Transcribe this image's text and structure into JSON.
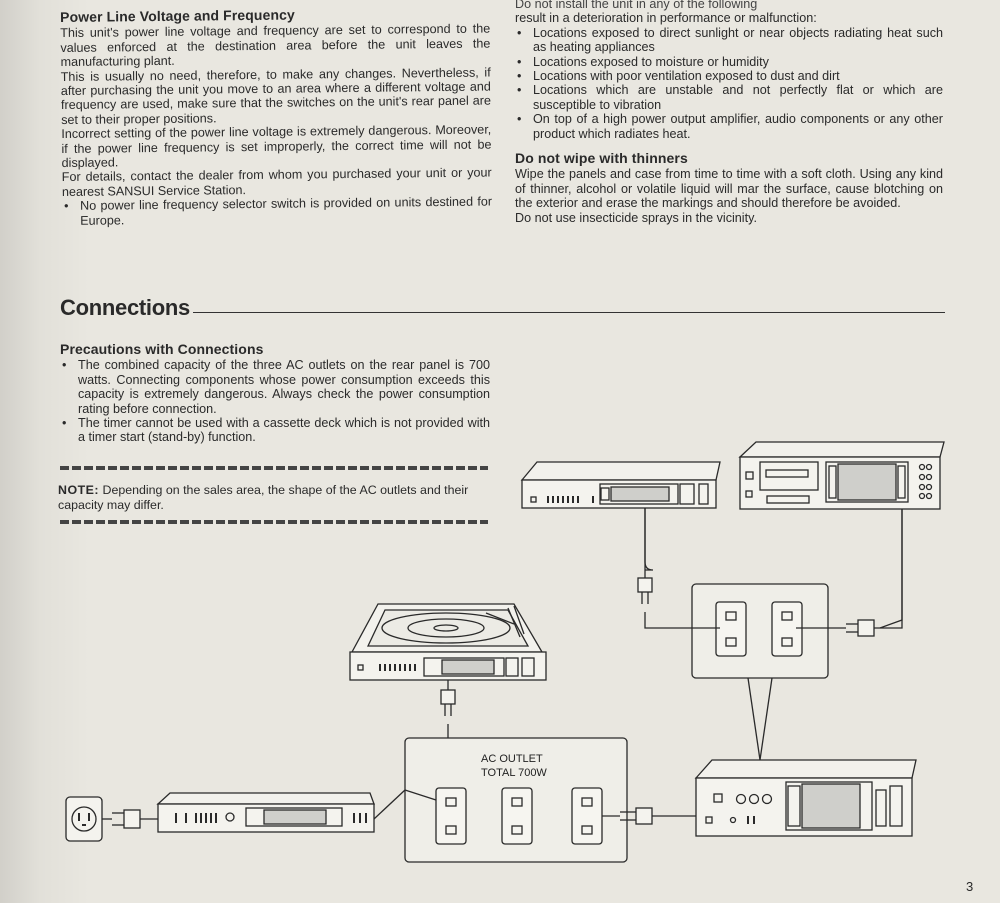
{
  "power_line": {
    "title": "Power Line Voltage and Frequency",
    "p1": "This unit's power line voltage and frequency are set to correspond to the values enforced at the destination area before the unit leaves the manufacturing plant.",
    "p2": "This is usually no need, therefore, to make any changes. Nevertheless, if after purchasing the unit you move to an area where a different voltage and frequency are used, make sure that the switches on the unit's rear panel are set to their proper positions.",
    "p3": "Incorrect setting of the power line voltage is extremely dangerous. Moreover, if the power line frequency is set improperly, the correct time will not be displayed.",
    "p4": "For details, contact the dealer from whom you purchased your unit or your nearest SANSUI Service Station.",
    "bullet": "No power line frequency selector switch is provided on units destined for Europe."
  },
  "install": {
    "cut_line": "Do not install the unit in any of the following",
    "intro": "result in a deterioration in performance or malfunction:",
    "items": [
      "Locations exposed to direct sunlight or near objects radiating heat such as heating appliances",
      "Locations exposed to moisture or humidity",
      "Locations with poor ventilation exposed to dust and dirt",
      "Locations which are unstable and not perfectly flat or which are susceptible to vibration",
      "On top of a high power output amplifier, audio components or any other product which radiates heat."
    ]
  },
  "thinners": {
    "title": "Do not wipe with thinners",
    "p1": "Wipe the panels and case from time to time with a soft cloth. Using any kind of thinner, alcohol or volatile liquid will mar the surface, cause blotching on the exterior and erase the markings and should therefore be avoided.",
    "p2": "Do not use insecticide sprays in the vicinity."
  },
  "connections": {
    "title": "Connections",
    "prec_title": "Precautions with Connections",
    "items": [
      "The combined capacity of the three AC outlets on the rear panel is 700 watts. Connecting components whose power consumption exceeds this capacity is extremely dangerous. Always check the power consumption rating before connection.",
      "The timer cannot be used with a cassette deck which is not provided with a timer start (stand-by) function."
    ],
    "note_label": "NOTE:",
    "note_text": "Depending on the sales area, the shape of the AC outlets and their capacity may differ."
  },
  "diagram": {
    "outlet_label_1": "AC OUTLET",
    "outlet_label_2": "TOTAL 700W"
  },
  "page_number": "3"
}
